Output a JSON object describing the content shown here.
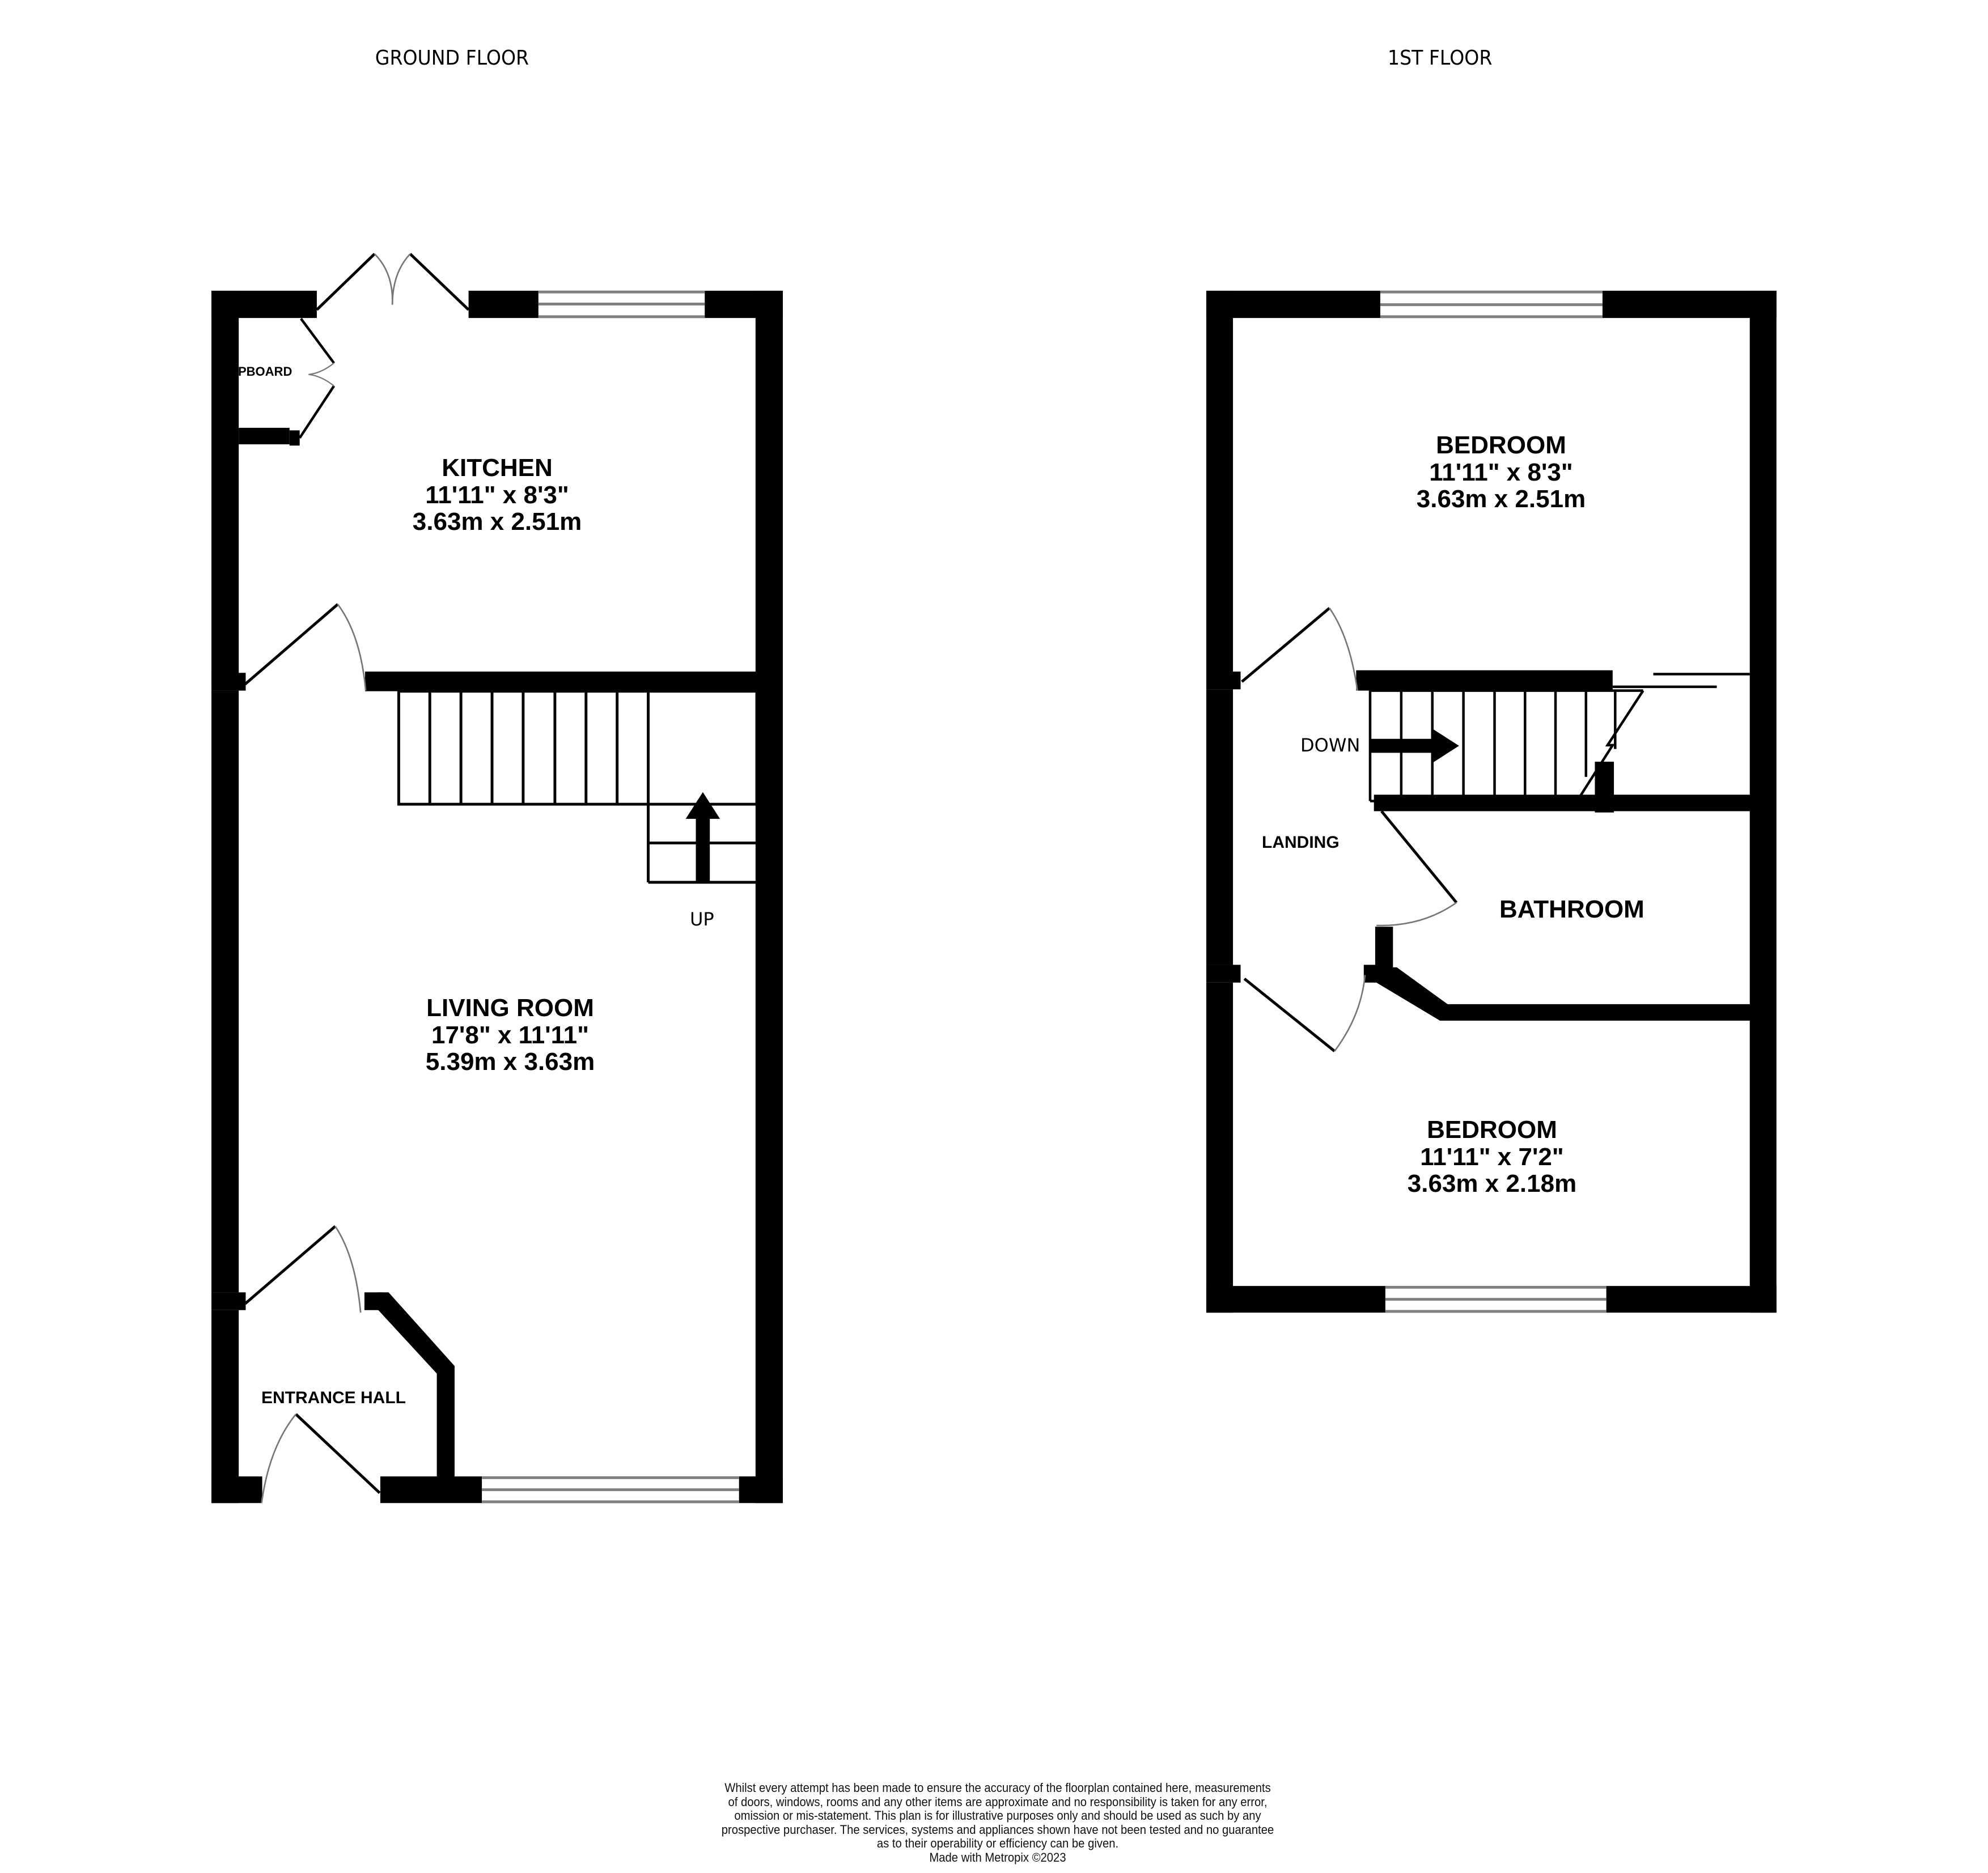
{
  "floors": [
    {
      "title": "GROUND FLOOR",
      "rooms": [
        {
          "name": "KITCHEN",
          "imperial": "11'11\"  x 8'3\"",
          "metric": "3.63m  x 2.51m"
        },
        {
          "name": "LIVING ROOM",
          "imperial": "17'8\"  x 11'11\"",
          "metric": "5.39m  x 3.63m"
        },
        {
          "name": "ENTRANCE HALL"
        },
        {
          "name": "PBOARD"
        }
      ],
      "stairs": {
        "label": "UP",
        "direction": "up"
      }
    },
    {
      "title": "1ST FLOOR",
      "rooms": [
        {
          "name": "BEDROOM",
          "imperial": "11'11\"  x 8'3\"",
          "metric": "3.63m  x 2.51m"
        },
        {
          "name": "LANDING"
        },
        {
          "name": "BATHROOM"
        },
        {
          "name": "BEDROOM",
          "imperial": "11'11\"  x 7'2\"",
          "metric": "3.63m  x 2.18m"
        }
      ],
      "stairs": {
        "label": "DOWN",
        "direction": "down"
      }
    }
  ],
  "disclaimer": {
    "lines": [
      "Whilst every attempt has been made to ensure the accuracy of the floorplan contained here, measurements",
      "of doors, windows, rooms and any other items are approximate and no responsibility is taken for any error,",
      "omission or mis-statement. This plan is for illustrative purposes only and should be used as such by any",
      "prospective purchaser. The services, systems and appliances shown have not been tested and no guarantee",
      "as to their operability or efficiency can be given."
    ],
    "credit": "Made with Metropix ©2023"
  },
  "colors": {
    "wall": "#000000",
    "window": "#808080",
    "door_arc": "#777777",
    "background": "#ffffff"
  }
}
